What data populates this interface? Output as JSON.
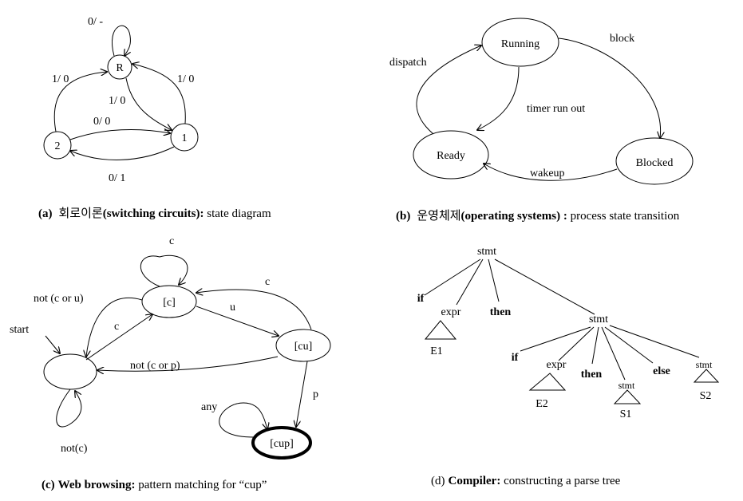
{
  "panel_a": {
    "caption": {
      "letter": "(a)",
      "korean": "회로이론",
      "english_bold": "(switching circuits):",
      "rest": " state diagram"
    },
    "states": {
      "r": "R",
      "one": "1",
      "two": "2"
    },
    "edges": {
      "r_self": "0/ -",
      "two_to_r": "1/ 0",
      "r_to_one": "1/ 0",
      "one_to_r": "1/ 0",
      "two_to_one": "0/ 0",
      "one_to_two": "0/ 1"
    }
  },
  "panel_b": {
    "caption": {
      "letter": "(b)",
      "korean": "운영체제",
      "english_bold": "(operating systems) :",
      "rest": " process state transition"
    },
    "states": {
      "running": "Running",
      "ready": "Ready",
      "blocked": "Blocked"
    },
    "edges": {
      "dispatch": "dispatch",
      "block": "block",
      "timer": "timer run out",
      "wakeup": "wakeup"
    }
  },
  "panel_c": {
    "caption": {
      "letter": "(c)",
      "english_bold": "Web browsing:",
      "rest": " pattern matching for “cup”"
    },
    "states": {
      "c": "[c]",
      "cu": "[cu]",
      "cup": "[cup]"
    },
    "edges": {
      "c_self": "c",
      "not_c_or_u": "not (c or u)",
      "c_in": "c",
      "u": "u",
      "cu_to_c": "c",
      "start": "start",
      "not_c_or_p": "not (c or p)",
      "p": "p",
      "any": "any",
      "not_c": "not(c)"
    }
  },
  "panel_d": {
    "caption": {
      "letter": "(d)",
      "english_bold": "Compiler:",
      "rest": "  constructing a parse tree"
    },
    "nodes": {
      "root": "stmt",
      "if1": "if",
      "expr1": "expr",
      "then1": "then",
      "stmt2": "stmt",
      "e1": "E1",
      "if2": "if",
      "expr2": "expr",
      "then2": "then",
      "stmt3": "stmt",
      "else": "else",
      "stmt4": "stmt",
      "e2": "E2",
      "s1": "S1",
      "s2": "S2"
    }
  }
}
